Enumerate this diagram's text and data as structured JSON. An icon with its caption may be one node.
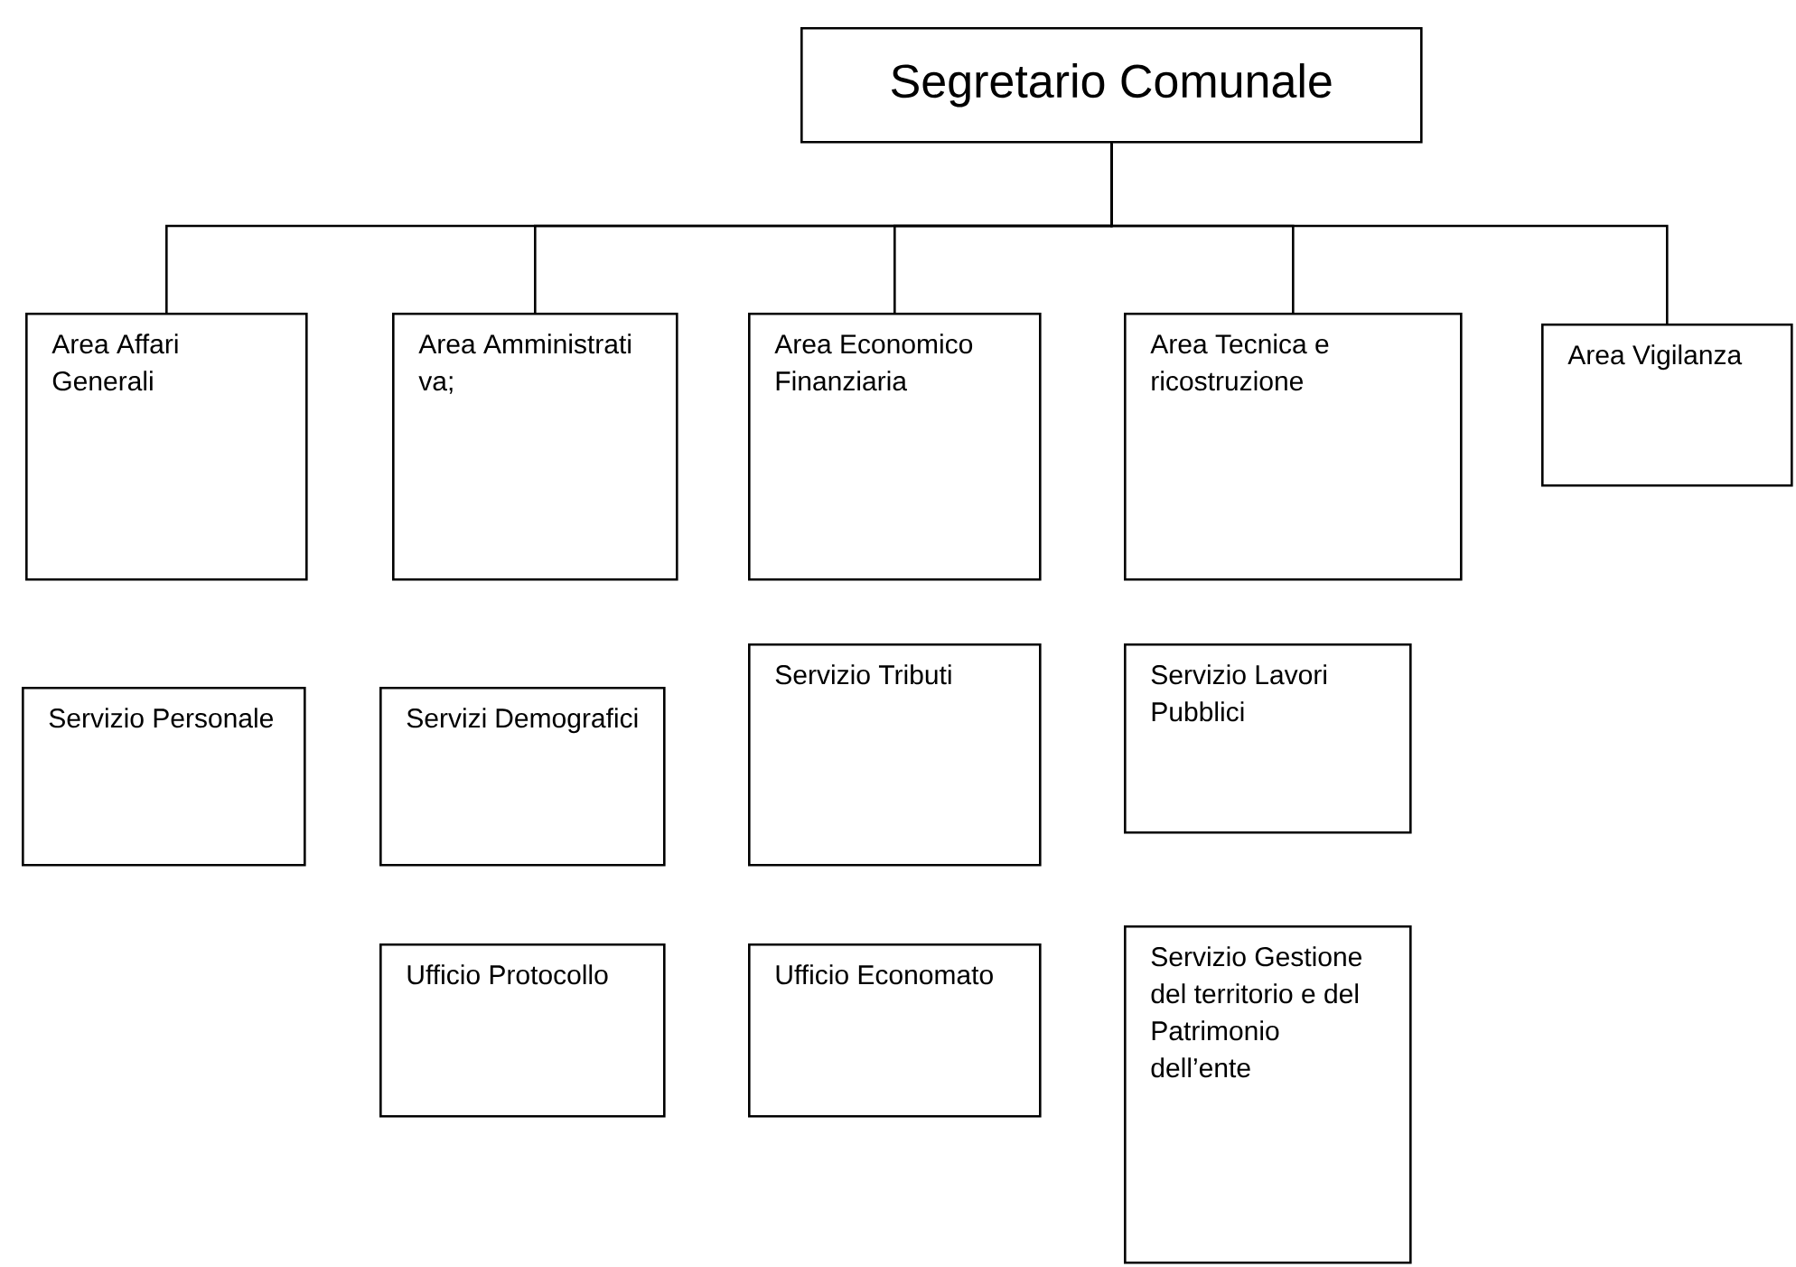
{
  "diagram": {
    "nodes": [
      {
        "text": [
          "Segretario Comunale"
        ]
      },
      {
        "text": [
          "Area Affari Generali"
        ]
      },
      {
        "text": [
          "Area Amministrati va;"
        ]
      },
      {
        "text": [
          "Area Economico Finanziaria"
        ]
      },
      {
        "text": [
          "Area Tecnica e ricostruzione"
        ]
      },
      {
        "text": [
          "Area Vigilanza"
        ]
      },
      {
        "text": [
          "Servizio Personale"
        ]
      },
      {
        "text": [
          "Servizi Demografici"
        ]
      },
      {
        "text": [
          "Servizio Tributi"
        ]
      },
      {
        "text": [
          "Servizio Lavori Pubblici"
        ]
      },
      {
        "text": [
          "Ufficio Protocollo"
        ]
      },
      {
        "text": [
          "Ufficio Economato"
        ]
      },
      {
        "text": [
          "Servizio Gestione del territorio e del Patrimonio dell’ente"
        ]
      }
    ],
    "edges": [
      {
        "from": 0,
        "to": 1,
        "arrow": "none"
      },
      {
        "from": 0,
        "to": 2,
        "arrow": "none"
      },
      {
        "from": 0,
        "to": 3,
        "arrow": "none"
      },
      {
        "from": 0,
        "to": 4,
        "arrow": "none"
      },
      {
        "from": 0,
        "to": 5,
        "arrow": "none"
      }
    ]
  }
}
